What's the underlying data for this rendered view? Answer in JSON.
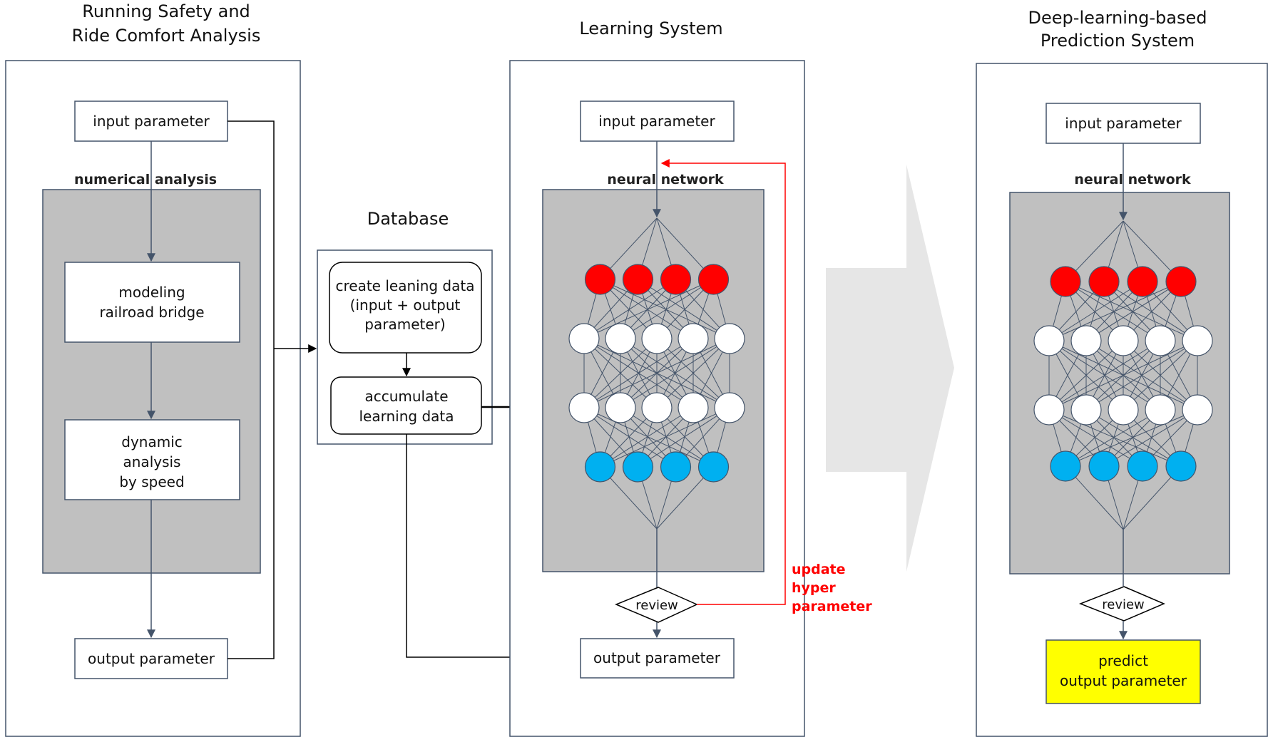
{
  "colors": {
    "panel_fill": "#c0c0c0",
    "input_layer": "#ff0000",
    "output_layer": "#00b0f0",
    "hidden_node": "#ffffff",
    "highlight": "#ffff00",
    "update_path": "#ff0000",
    "connector": "#44546a",
    "big_arrow": "#e6e6e6"
  },
  "panels": {
    "analysis": {
      "title": [
        "Running Safety and",
        "Ride Comfort Analysis"
      ],
      "input": "input parameter",
      "section": "numerical analysis",
      "modeling": [
        "modeling",
        "railroad bridge"
      ],
      "dynamic": [
        "dynamic",
        "analysis",
        "by speed"
      ],
      "output": "output parameter"
    },
    "database": {
      "title": "Database",
      "create": [
        "create leaning data",
        "(input + output",
        "parameter)"
      ],
      "accumulate": [
        "accumulate",
        "learning data"
      ]
    },
    "learning": {
      "title": "Learning System",
      "input": "input parameter",
      "section": "neural network",
      "review": "review",
      "update": [
        "update",
        "hyper",
        "parameter"
      ],
      "output": "output parameter"
    },
    "prediction": {
      "title": [
        "Deep-learning-based",
        "Prediction System"
      ],
      "input": "input parameter",
      "section": "neural network",
      "review": "review",
      "predict": [
        "predict",
        "output parameter"
      ]
    }
  },
  "network": {
    "layers": [
      {
        "kind": "input",
        "nodes": 4
      },
      {
        "kind": "hidden",
        "nodes": 5
      },
      {
        "kind": "hidden",
        "nodes": 5
      },
      {
        "kind": "output",
        "nodes": 4
      }
    ]
  }
}
